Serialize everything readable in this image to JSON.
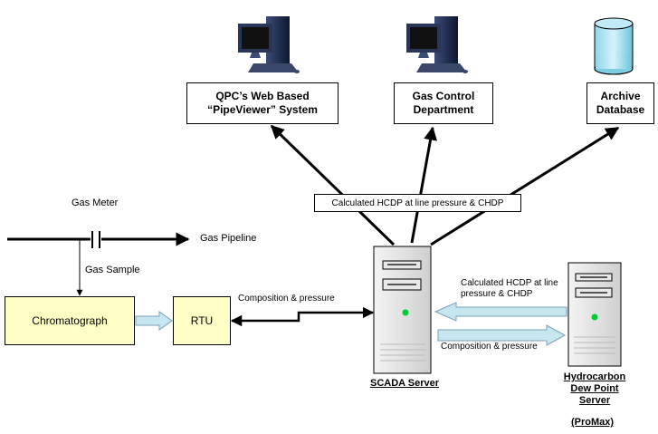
{
  "destinations": {
    "pipeviewer": "QPC’s Web Based\n“PipeViewer” System",
    "gas_control": "Gas Control\nDepartment",
    "archive": "Archive\nDatabase"
  },
  "labels": {
    "calc_top": "Calculated HCDP at line pressure & CHDP",
    "gas_meter": "Gas Meter",
    "gas_pipeline": "Gas Pipeline",
    "gas_sample": "Gas Sample",
    "composition_pressure_rtu": "Composition & pressure",
    "calc_right": "Calculated HCDP at line\npressure & CHDP",
    "composition_pressure_right": "Composition & pressure"
  },
  "boxes": {
    "chromatograph": "Chromatograph",
    "rtu": "RTU"
  },
  "servers": {
    "scada": "SCADA Server",
    "hydrocarbon": "Hydrocarbon\nDew Point\nServer",
    "promax": "(ProMax)"
  },
  "colors": {
    "box_fill": "#ffffc6",
    "block_arrow_fill": "#c6e7ef",
    "server_fill": "#dcdcdc",
    "led": "#00cc33"
  }
}
